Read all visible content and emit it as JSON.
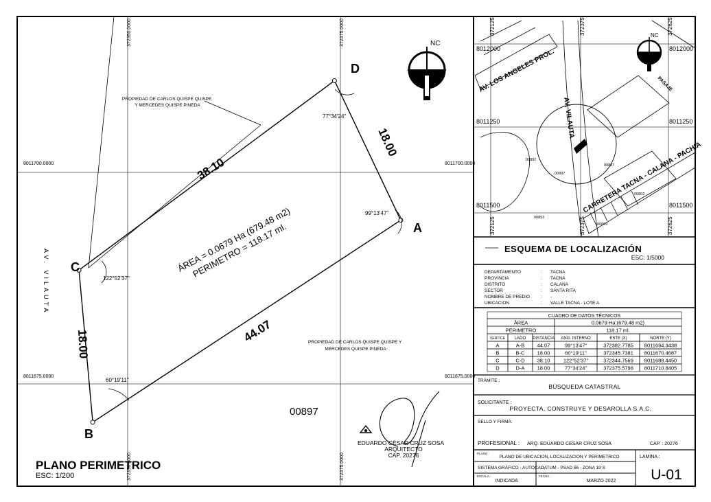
{
  "plan": {
    "title": "PLANO PERIMETRICO",
    "scale": "ESC: 1/200",
    "north_label": "NC",
    "owner_north": "PROPIEDAD DE CARLOS QUISPE QUISPE\nY MERCEDES QUISPE PINEDA",
    "owner_south": "PROPIEDAD DE CARLOS QUISPE QUISPE Y\nMERCEDES QUISPE PINEDA",
    "street": "AV. VILAUTA",
    "area_text": "ÁREA = 0.0679 Ha (679.48 m2)",
    "perimeter_text": "PERIMETRO = 118.17 ml.",
    "code": "00897",
    "grid_labels": {
      "e1_top": "372350.0000",
      "e1_bottom": "372350.0000",
      "e2_top": "372375.0000",
      "e2_bottom": "372375.0000",
      "n1_left": "8011700.0000",
      "n1_right": "8011700.0000",
      "n2_left": "8011675.0000",
      "n2_right": "8011675.0000"
    },
    "vertices": [
      {
        "id": "A",
        "x": 372382.7785,
        "y": 8011694.3438,
        "label": "A",
        "angle": "99°13'47\""
      },
      {
        "id": "B",
        "x": 372345.7381,
        "y": 8011670.4687,
        "label": "B",
        "angle": "60°19'11\""
      },
      {
        "id": "C",
        "x": 372344.7569,
        "y": 8011688.445,
        "label": "C",
        "angle": "122°52'37\""
      },
      {
        "id": "D",
        "x": 372375.5798,
        "y": 8011710.8405,
        "label": "D",
        "angle": "77°34'24\""
      }
    ],
    "sides": [
      {
        "from": "A",
        "to": "B",
        "length": "44.07"
      },
      {
        "from": "B",
        "to": "C",
        "length": "18.00"
      },
      {
        "from": "C",
        "to": "D",
        "length": "38.10"
      },
      {
        "from": "D",
        "to": "A",
        "length": "18.00"
      }
    ]
  },
  "stamp": {
    "name": "EDUARDO CÉSAR CRUZ SOSA",
    "role": "ARQUITECTO",
    "cap": "CAP. 20276"
  },
  "location": {
    "title": "ESQUEMA DE LOCALIZACIÓN",
    "scale": "ESC: 1/5000",
    "north_label": "NC",
    "streets": {
      "los_angeles": "AV. LOS ANGELES PROL.",
      "vilauta": "AV. VILAUTA",
      "carretera": "CARRETERA TACNA - CALANA - PACHIA",
      "pasaje": "PASAJE"
    },
    "grid_labels": {
      "e_left_top": "372125",
      "e_mid_top": "372375",
      "e_right_top": "372625",
      "e_left_bottom": "372125",
      "e_mid_bottom": "372375",
      "e_right_bottom": "372625",
      "n_top_left": "8012000",
      "n_top_right": "8012000",
      "n_mid_left": "8011250",
      "n_mid_right": "8011250",
      "n_bot_left": "8011500",
      "n_bot_right": "8011500"
    },
    "lot_codes": [
      "00897",
      "00892",
      "00893",
      "00897",
      "00802",
      "00803"
    ]
  },
  "info": [
    {
      "label": "DEPARTAMENTO",
      "sep": ":",
      "value": "TACNA"
    },
    {
      "label": "PROVINCIA",
      "sep": ":",
      "value": "TACNA"
    },
    {
      "label": "DISTRITO",
      "sep": ":",
      "value": "CALANA"
    },
    {
      "label": "SECTOR",
      "sep": ":",
      "value": "SANTA RITA"
    },
    {
      "label": "NOMBRE DE PREDIO",
      "sep": ":",
      "value": "-"
    },
    {
      "label": "UBICACION",
      "sep": ":",
      "value": "VALLE TACNA - LOTE A"
    }
  ],
  "tech_table": {
    "title": "CUADRO DE DATOS TÉCNICOS",
    "area_label": "ÁREA",
    "area_value": "0.0679 Ha (679.48 m2)",
    "perimeter_label": "PERIMETRO",
    "perimeter_value": "118.17 ml.",
    "headers": [
      "VERTICE",
      "LADO",
      "DISTANCIA",
      "ANG. INTERNO",
      "ESTE (X)",
      "NORTE (Y)"
    ],
    "rows": [
      [
        "A",
        "A-B",
        "44.07",
        "99°13'47\"",
        "372382.7785",
        "8011694.3438"
      ],
      [
        "B",
        "B-C",
        "18.00",
        "60°19'11\"",
        "372345.7381",
        "8011670.4687"
      ],
      [
        "C",
        "C-D",
        "38.10",
        "122°52'37\"",
        "372344.7569",
        "8011688.4450"
      ],
      [
        "D",
        "D-A",
        "18.00",
        "77°34'24\"",
        "372375.5798",
        "8011710.8405"
      ]
    ]
  },
  "title_block": {
    "tramite_label": "TRÁMITE :",
    "tramite_value": "BÚSQUEDA CATASTRAL",
    "solicitante_label": "SOLICITANTE :",
    "solicitante_value": "PROYECTA, CONSTRUYE Y DESAROLLA S.A.C.",
    "sello_label": "SELLO Y FIRMA:",
    "profesional_label": "PROFESIONAL :",
    "profesional_value": "ARQ. EDUARDO CESAR CRUZ SOSA",
    "cap_value": "CAP. : 20276",
    "plano_label": "PLANO :",
    "plano_value": "PLANO DE UBICACION, LOCALIZACION Y PERIMETRICO",
    "lamina_label": "LAMINA :",
    "sistema_value": "SISTEMA GRÁFICO - AUTOCAD",
    "datum_value": "DATUM - PSAD 56 - ZONA 19 S",
    "escala_label": "ESCALA :",
    "escala_value": "INDICADA",
    "fecha_label": "FECHA :",
    "fecha_value": "MARZO 2022",
    "sheet_code": "U-01"
  }
}
